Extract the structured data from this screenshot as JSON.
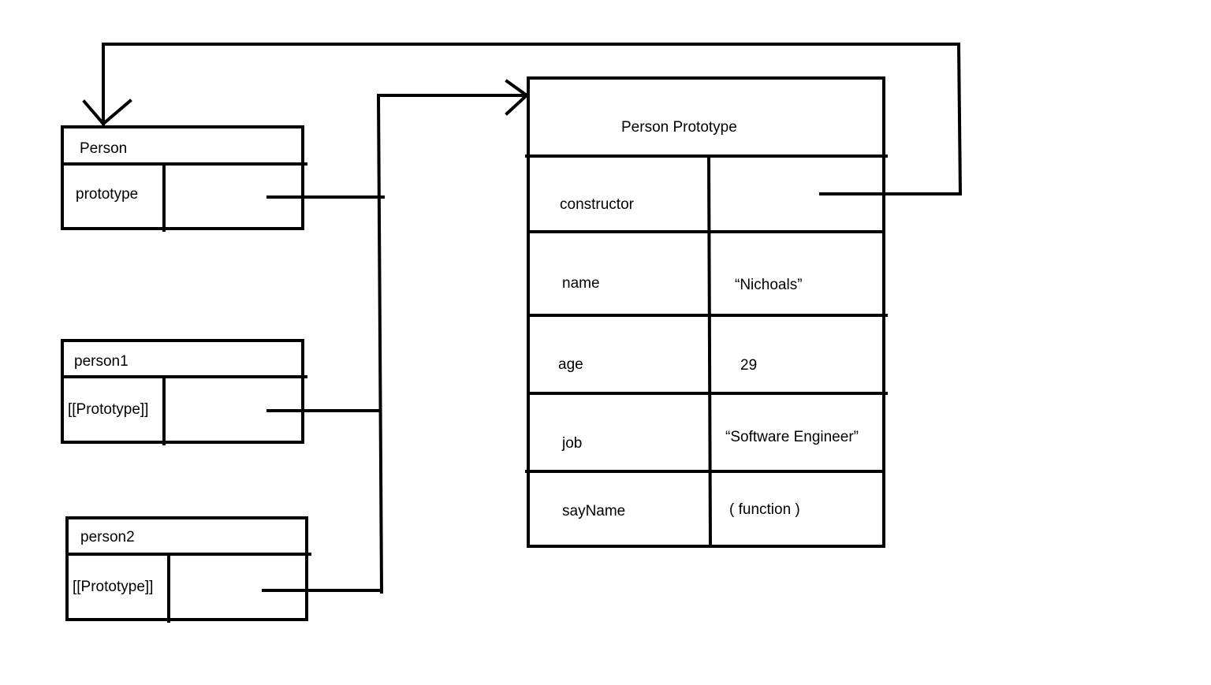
{
  "person": {
    "title": "Person",
    "field": "prototype"
  },
  "person1": {
    "title": "person1",
    "field": "[[Prototype]]"
  },
  "person2": {
    "title": "person2",
    "field": "[[Prototype]]"
  },
  "prototype_object": {
    "title": "Person Prototype",
    "rows": [
      {
        "key": "constructor",
        "value": ""
      },
      {
        "key": "name",
        "value": "“Nichoals”"
      },
      {
        "key": "age",
        "value": "29"
      },
      {
        "key": "job",
        "value": "“Software Engineer”"
      },
      {
        "key": "sayName",
        "value": "( function )"
      }
    ]
  }
}
